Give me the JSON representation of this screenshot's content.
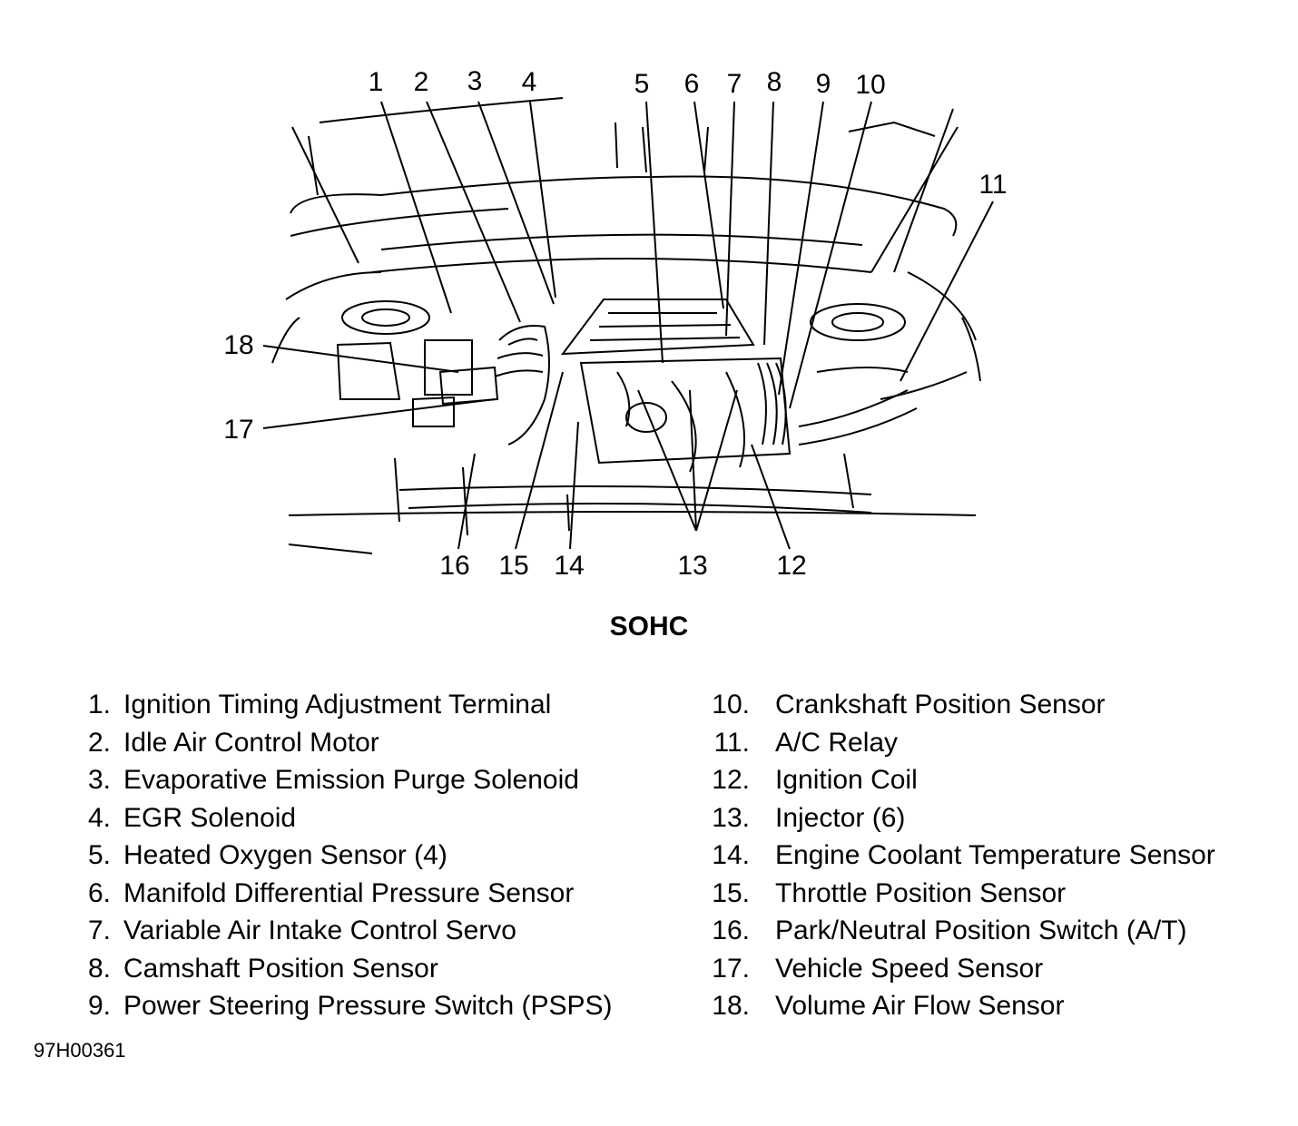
{
  "callouts": [
    {
      "number": "1"
    },
    {
      "number": "2"
    },
    {
      "number": "3"
    },
    {
      "number": "4"
    },
    {
      "number": "5"
    },
    {
      "number": "6"
    },
    {
      "number": "7"
    },
    {
      "number": "8"
    },
    {
      "number": "9"
    },
    {
      "number": "10"
    },
    {
      "number": "11"
    },
    {
      "number": "12"
    },
    {
      "number": "13"
    },
    {
      "number": "14"
    },
    {
      "number": "15"
    },
    {
      "number": "16"
    },
    {
      "number": "17"
    },
    {
      "number": "18"
    }
  ],
  "caption": "SOHC",
  "legend": [
    {
      "number": "1.",
      "label": "Ignition Timing Adjustment Terminal"
    },
    {
      "number": "2.",
      "label": "Idle Air Control Motor"
    },
    {
      "number": "3.",
      "label": "Evaporative Emission Purge Solenoid"
    },
    {
      "number": "4.",
      "label": "EGR Solenoid"
    },
    {
      "number": "5.",
      "label": "Heated Oxygen Sensor (4)"
    },
    {
      "number": "6.",
      "label": "Manifold Differential Pressure Sensor"
    },
    {
      "number": "7.",
      "label": "Variable Air Intake Control Servo"
    },
    {
      "number": "8.",
      "label": "Camshaft Position Sensor"
    },
    {
      "number": "9.",
      "label": "Power Steering Pressure Switch (PSPS)"
    },
    {
      "number": "10.",
      "label": "Crankshaft Position Sensor"
    },
    {
      "number": "11.",
      "label": "A/C Relay"
    },
    {
      "number": "12.",
      "label": "Ignition Coil"
    },
    {
      "number": "13.",
      "label": "Injector (6)"
    },
    {
      "number": "14.",
      "label": "Engine Coolant Temperature Sensor"
    },
    {
      "number": "15.",
      "label": "Throttle Position Sensor"
    },
    {
      "number": "16.",
      "label": "Park/Neutral Position Switch (A/T)"
    },
    {
      "number": "17.",
      "label": "Vehicle Speed Sensor"
    },
    {
      "number": "18.",
      "label": "Volume Air Flow Sensor"
    }
  ],
  "figure_id": "97H00361"
}
